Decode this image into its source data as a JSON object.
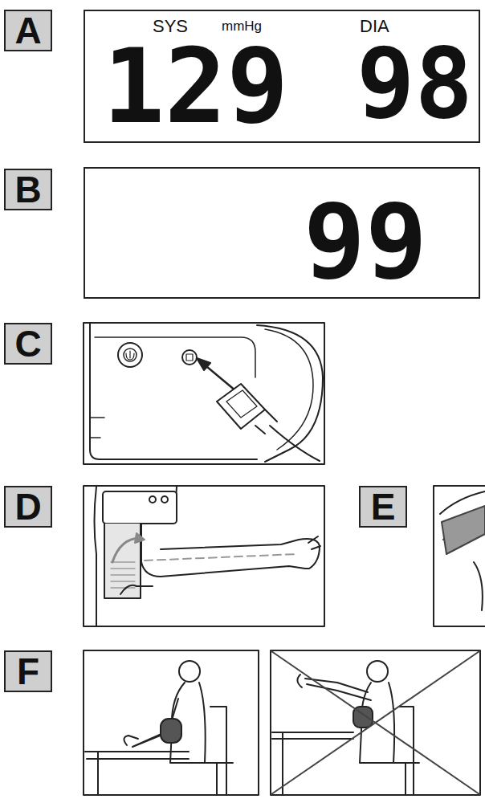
{
  "diagram": {
    "nodes": [
      {
        "text": [
          "A"
        ]
      },
      {
        "text": [
          "SYS",
          "mmHg",
          "DIA",
          "129",
          "98"
        ]
      },
      {
        "text": [
          "B"
        ]
      },
      {
        "text": [
          "99"
        ]
      },
      {
        "text": [
          "C"
        ]
      },
      {
        "text": [
          "D"
        ]
      },
      {
        "text": [
          "E"
        ]
      },
      {
        "text": [
          "F"
        ]
      }
    ]
  }
}
